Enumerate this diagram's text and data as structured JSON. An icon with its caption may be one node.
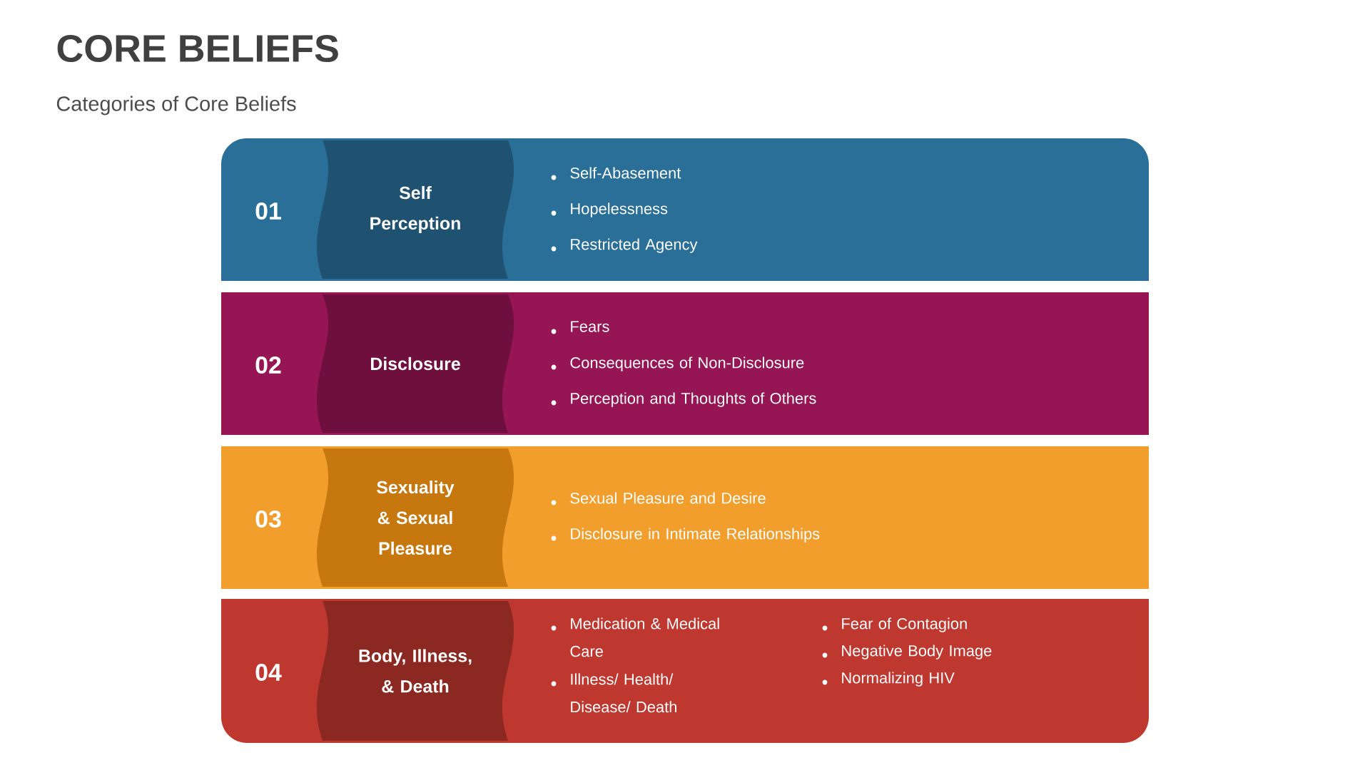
{
  "diagram": {
    "title": "CORE BELIEFS",
    "nodes": [
      {
        "text": [
          "01",
          "Self-Abasement",
          "Hopelessness",
          "Restricted Agency"
        ]
      },
      {
        "text": [
          "Self Perception"
        ],
        "in": 0
      },
      {
        "text": [
          "02",
          "Fears",
          "Consequences of Non-Disclosure",
          "Perception and Thoughts of Others"
        ]
      },
      {
        "text": [
          "Disclosure"
        ],
        "in": 2
      },
      {
        "text": [
          "03",
          "Sexual Pleasure and Desire",
          "Disclosure in Intimate Relationships"
        ]
      },
      {
        "text": [
          "Sexuality & Sexual Pleasure"
        ],
        "in": 4
      },
      {
        "text": [
          "04",
          "Medication & Medical Care",
          "Illness/ Health/ Disease/ Death",
          "Fear of Contagion",
          "Negative Body Image",
          "Normalizing HIV"
        ]
      },
      {
        "text": [
          "Body, Illness, & Death"
        ],
        "in": 6
      }
    ],
    "labels": [
      "Categories of Core Beliefs"
    ]
  }
}
